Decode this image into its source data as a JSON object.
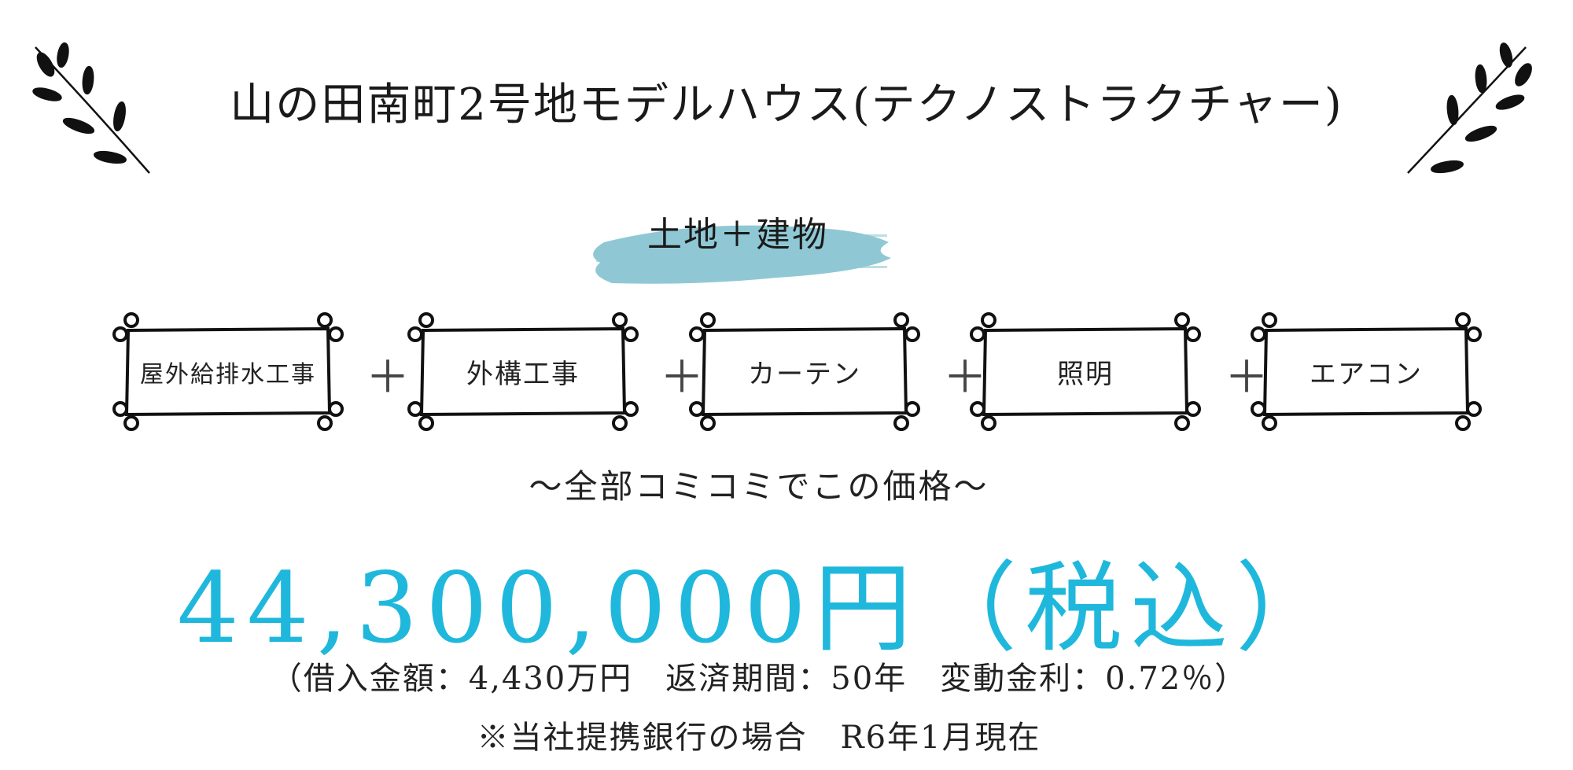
{
  "title": "山の田南町2号地モデルハウス(テクノストラクチャー)",
  "subtitle": "土地＋建物",
  "items": [
    {
      "label": "屋外給排水工事"
    },
    {
      "label": "外構工事"
    },
    {
      "label": "カーテン"
    },
    {
      "label": "照明"
    },
    {
      "label": "エアコン"
    }
  ],
  "plus_sign": "＋",
  "tagline": "～全部コミコミでこの価格～",
  "price": "44,300,000円（税込）",
  "loan_info": "（借入金額：4,430万円　返済期間：50年　変動金利：0.72％）",
  "note": "※当社提携銀行の場合　R6年1月現在",
  "colors": {
    "price": "#1fb8dc",
    "brush": "#8fc8d4",
    "text": "#222222"
  },
  "icons": [
    "leaf-sprig-icon"
  ]
}
